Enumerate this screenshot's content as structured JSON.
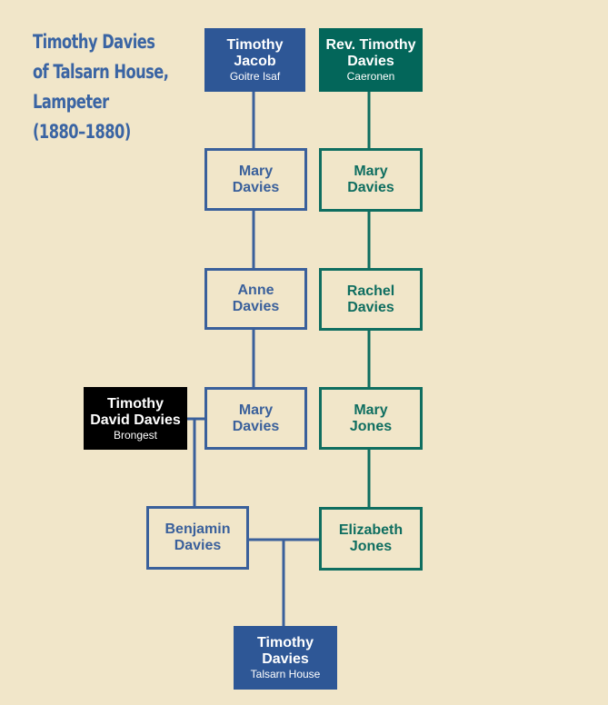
{
  "title_lines": [
    "Timothy Davies",
    "of Talsarn House,",
    "Lampeter",
    "(1880–1880)"
  ],
  "people": {
    "timothy_jacob": {
      "name": [
        "Timothy",
        "Jacob"
      ],
      "place": "Goitre Isaf"
    },
    "rev_timothy_davies": {
      "name": [
        "Rev. Timothy",
        "Davies"
      ],
      "place": "Caeronen"
    },
    "mary_davies_1": {
      "name": [
        "Mary",
        "Davies"
      ]
    },
    "mary_davies_2": {
      "name": [
        "Mary",
        "Davies"
      ]
    },
    "anne_davies": {
      "name": [
        "Anne",
        "Davies"
      ]
    },
    "rachel_davies": {
      "name": [
        "Rachel",
        "Davies"
      ]
    },
    "timothy_david_davies": {
      "name": [
        "Timothy",
        "David Davies"
      ],
      "place": "Brongest"
    },
    "mary_davies_3": {
      "name": [
        "Mary",
        "Davies"
      ]
    },
    "mary_jones": {
      "name": [
        "Mary",
        "Jones"
      ]
    },
    "benjamin_davies": {
      "name": [
        "Benjamin",
        "Davies"
      ]
    },
    "elizabeth_jones": {
      "name": [
        "Elizabeth",
        "Jones"
      ]
    },
    "timothy_davies": {
      "name": [
        "Timothy",
        "Davies"
      ],
      "place": "Talsarn House"
    }
  },
  "colors": {
    "background": "#f1e6c9",
    "blue_fill": "#2e5796",
    "blue_line": "#3a609b",
    "green_fill": "#03665a",
    "green_line": "#0f6e60",
    "black_fill": "#000000",
    "title": "#3a64a3"
  }
}
